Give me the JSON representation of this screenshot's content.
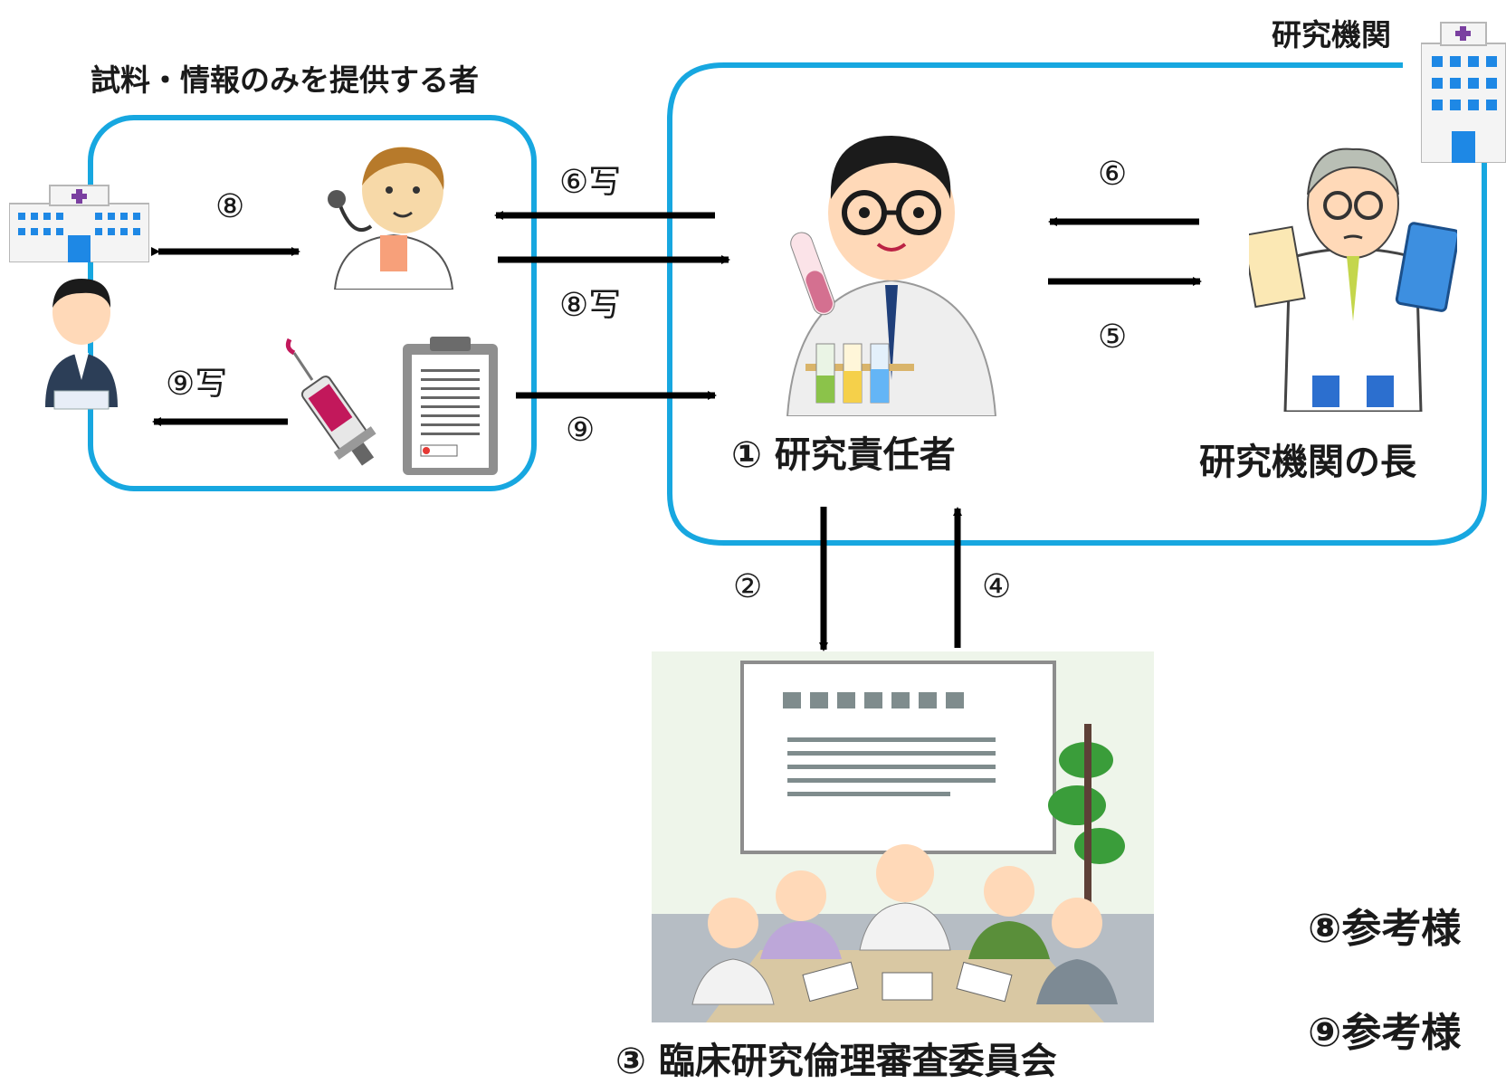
{
  "labels": {
    "provider_group": "試料・情報のみを提供する者",
    "institution": "研究機関",
    "pi": "① 研究責任者",
    "head": "研究機関の長",
    "irb": "③ 臨床研究倫理審査委員会",
    "n8_left": "⑧",
    "n6copy": "⑥写",
    "n8copy": "⑧写",
    "n9copy": "⑨写",
    "n9": "⑨",
    "n6": "⑥",
    "n5": "⑤",
    "n2": "②",
    "n4": "④",
    "note8": "⑧参考様",
    "note9": "⑨参考様"
  },
  "colors": {
    "frame": "#17a7e0",
    "arrow": "#000000"
  }
}
